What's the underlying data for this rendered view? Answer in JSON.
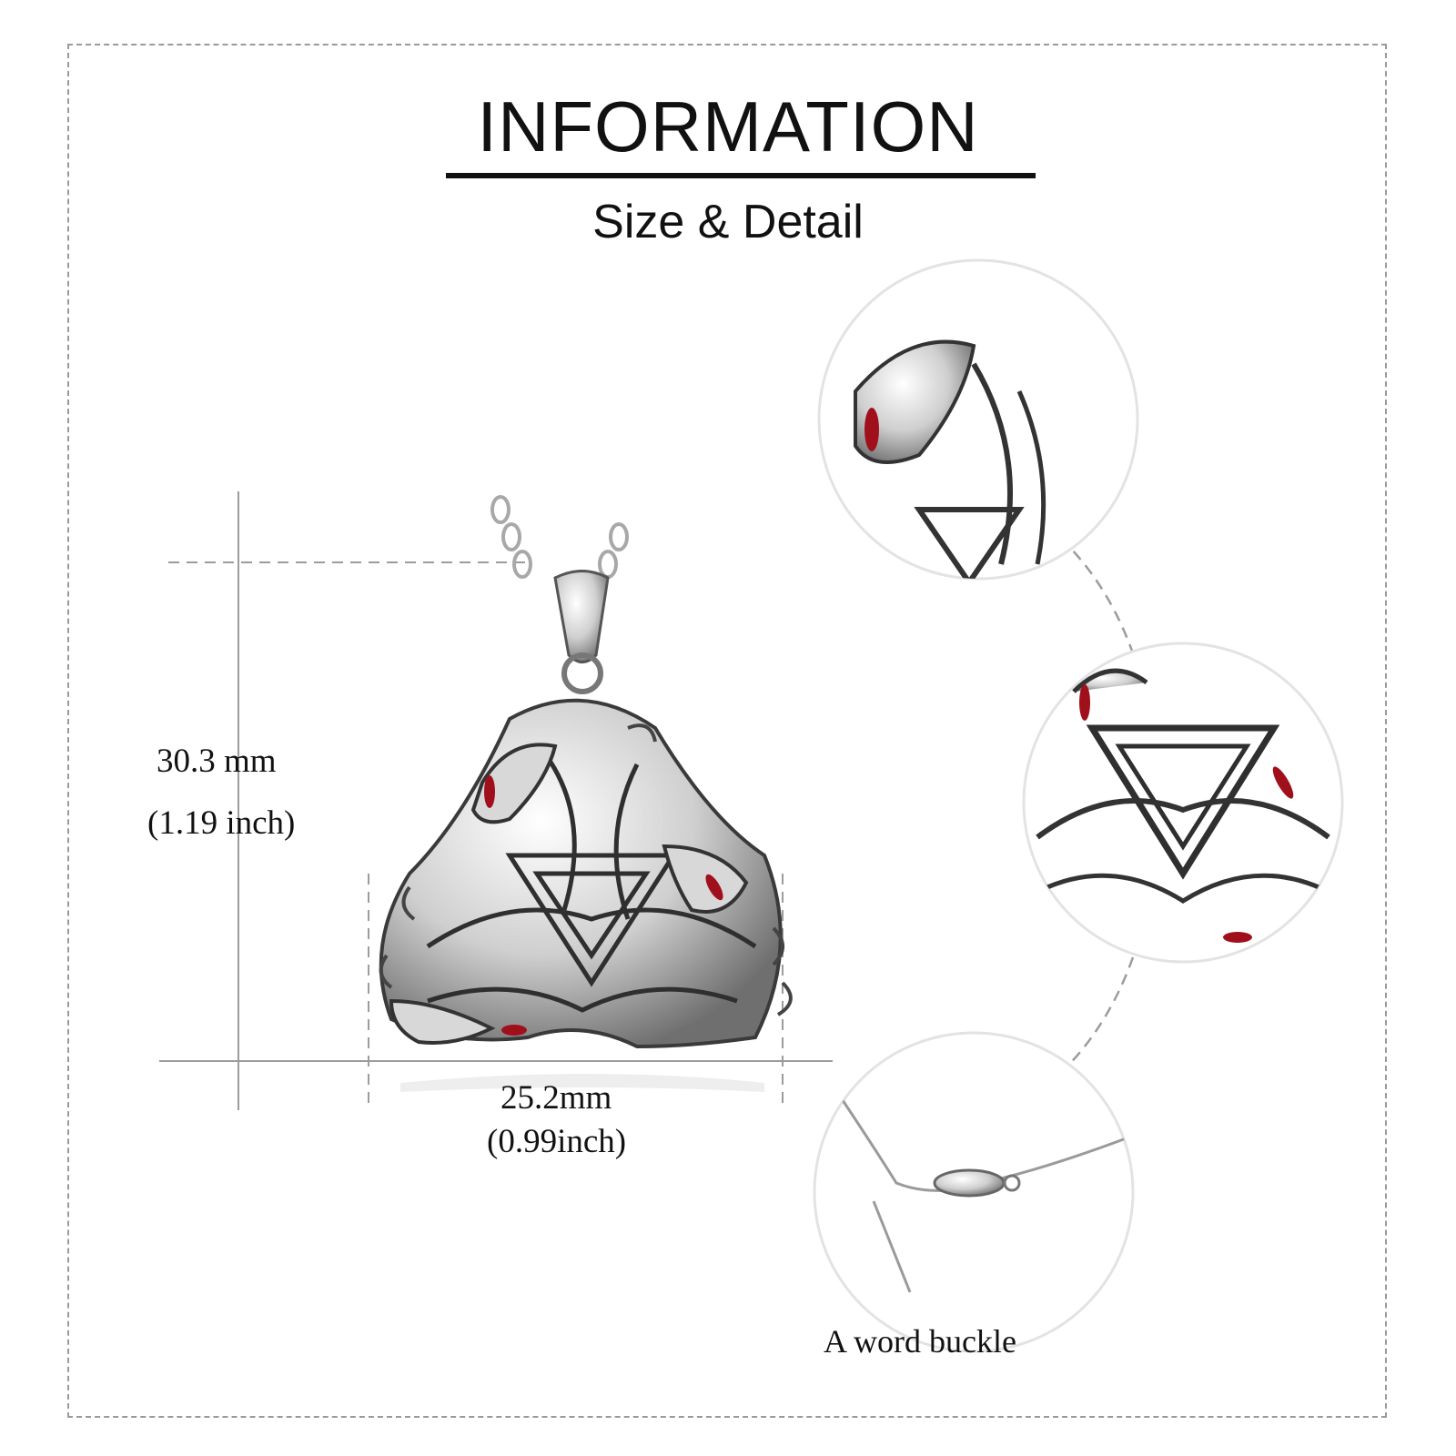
{
  "header": {
    "title": "INFORMATION",
    "subtitle": "Size & Detail"
  },
  "dimensions": {
    "height_mm": "30.3 mm",
    "height_inch": "(1.19 inch)",
    "width_mm": "25.2mm",
    "width_inch": "(0.99inch)"
  },
  "details": {
    "clasp_caption": "A word buckle"
  },
  "colors": {
    "accent_enamel": "#a0101c",
    "silver": "#8f8f8f",
    "guide_line": "#9c9c9c"
  }
}
